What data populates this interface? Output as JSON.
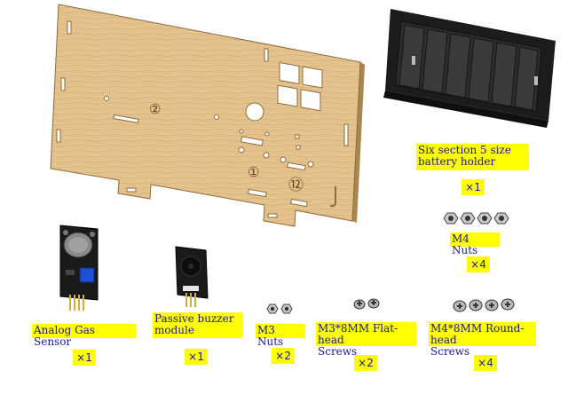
{
  "colors": {
    "label_bg": "#ffff00",
    "label_text": "#1a1a8c",
    "wood": "#e6c48f",
    "wood_grain": "#d2ad72",
    "board_dark": "#222222",
    "sensor_blue": "#1f4fd6"
  },
  "plate": {
    "marks": {
      "two": "②",
      "one": "①",
      "twelve": "⑫"
    }
  },
  "parts": [
    {
      "id": "battery_holder",
      "label": "Six section 5 size\nbattery holder",
      "qty": "×1"
    },
    {
      "id": "m4_nuts",
      "label": "M4 Nuts",
      "qty": "×4"
    },
    {
      "id": "gas_sensor",
      "label": "Analog Gas Sensor",
      "qty": "×1"
    },
    {
      "id": "buzzer",
      "label": "Passive buzzer\nmodule",
      "qty": "×1"
    },
    {
      "id": "m3_nuts",
      "label": "M3 Nuts",
      "qty": "×2"
    },
    {
      "id": "m3_flat_screws",
      "label": "M3*8MM Flat-head\nScrews",
      "qty": "×2"
    },
    {
      "id": "m4_round_screws",
      "label": "M4*8MM Round-head\nScrews",
      "qty": "×4"
    }
  ]
}
